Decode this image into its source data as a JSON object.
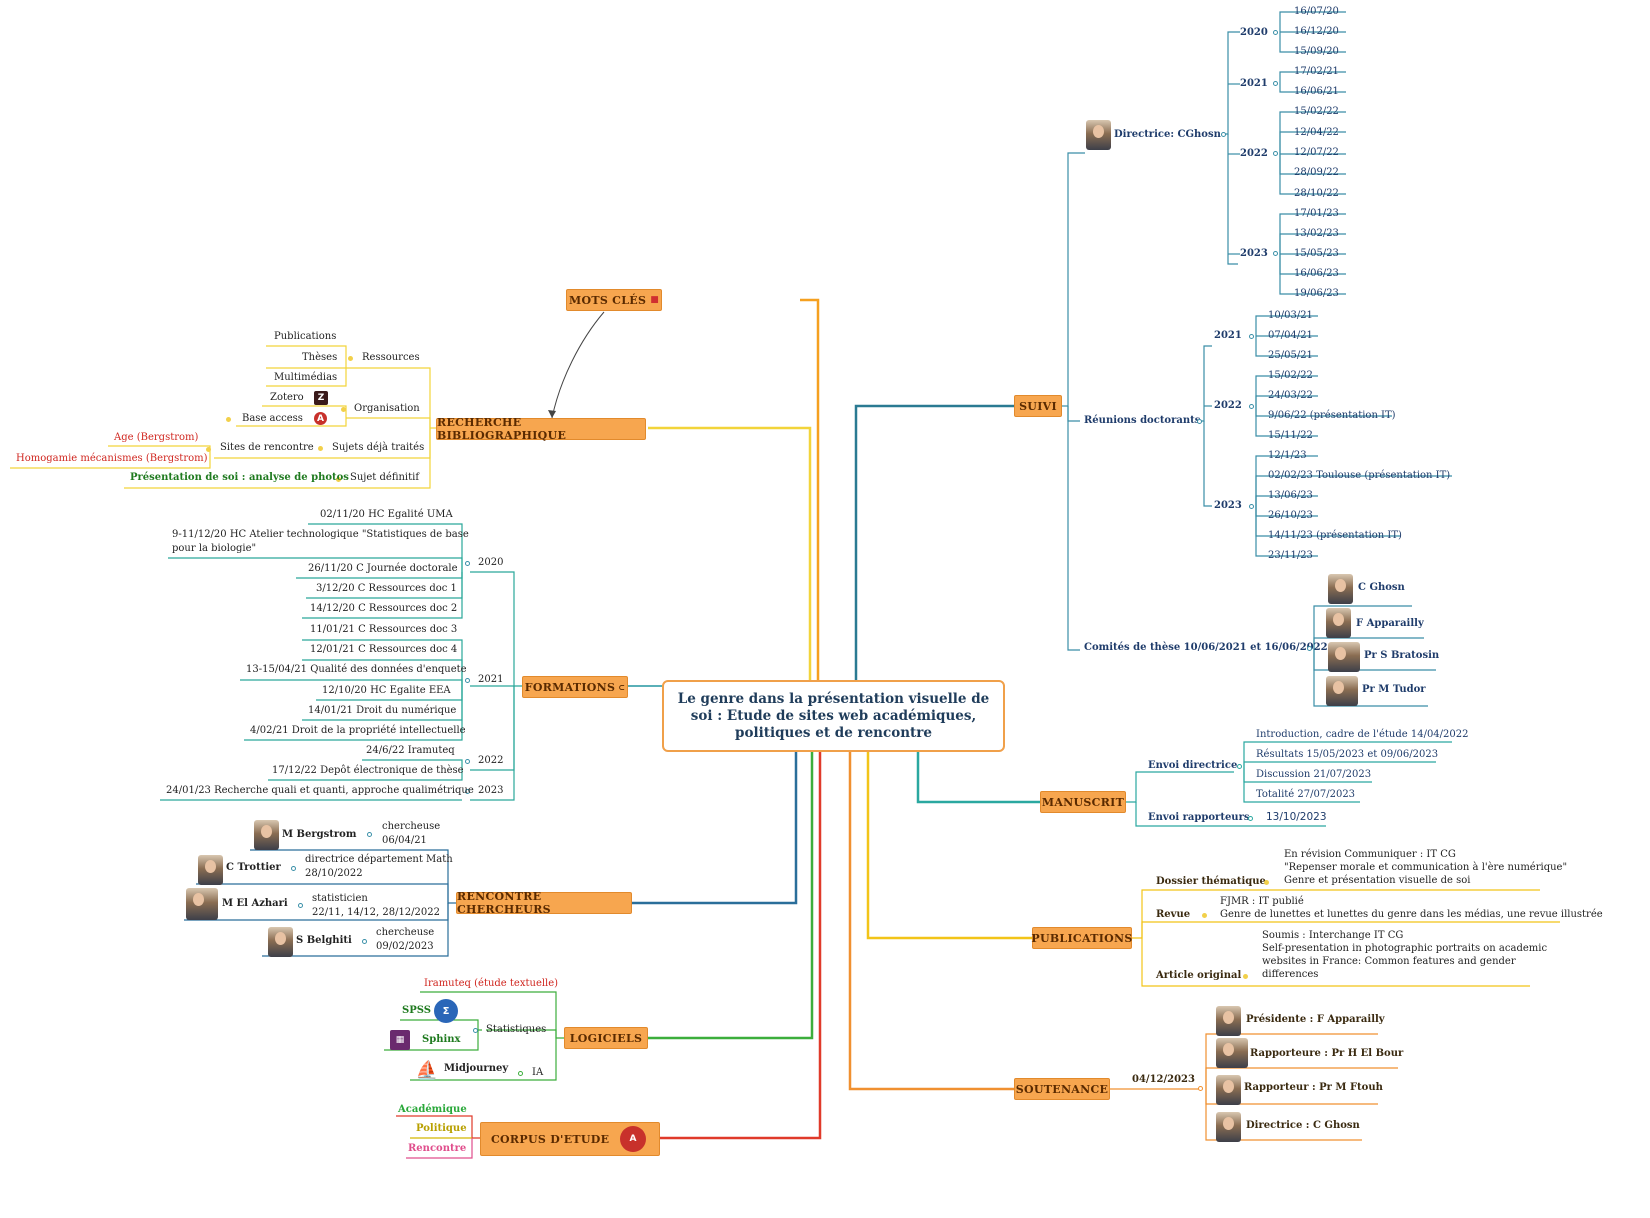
{
  "central": {
    "title": "Le genre dans la présentation visuelle de soi : Etude de sites web académiques, politiques et de rencontre"
  },
  "topics": {
    "mots_cles": "MOTS CLÉS",
    "recherche": "RECHERCHE BIBLIOGRAPHIQUE",
    "formations": "FORMATIONS",
    "rencontre": "RENCONTRE CHERCHEURS",
    "logiciels": "LOGICIELS",
    "corpus": "CORPUS D'ETUDE",
    "suivi": "SUIVI",
    "manuscrit": "MANUSCRIT",
    "publications": "PUBLICATIONS",
    "soutenance": "SOUTENANCE"
  },
  "recherche": {
    "ressources": "Ressources",
    "publications": "Publications",
    "theses": "Thèses",
    "multimedias": "Multimédias",
    "organisation": "Organisation",
    "zotero": "Zotero",
    "base_access": "Base access",
    "sujets_traites": "Sujets déjà traités",
    "sites_rencontre": "Sites de rencontre",
    "age": "Age (Bergstrom)",
    "homogamie": "Homogamie mécanismes (Bergstrom)",
    "sujet_definitif": "Sujet définitif",
    "presentation": "Présentation de soi : analyse de photos"
  },
  "formations": {
    "y2020": "2020",
    "y2021": "2021",
    "y2022": "2022",
    "y2023": "2023",
    "items2020": [
      "02/11/20 HC Egalité UMA",
      "9-11/12/20 HC Atelier technologique \"Statistiques de base",
      "pour la biologie\"",
      "26/11/20 C Journée doctorale",
      "3/12/20 C Ressources doc 1",
      "14/12/20 C Ressources doc 2"
    ],
    "items2021": [
      "11/01/21 C Ressources doc 3",
      "12/01/21 C Ressources doc 4",
      "13-15/04/21 Qualité des données d'enquete",
      "12/10/20 HC Egalite EEA",
      "14/01/21 Droit du numérique",
      "4/02/21 Droit de la propriété intellectuelle"
    ],
    "items2022": [
      "24/6/22 Iramuteq",
      "17/12/22 Depôt électronique de thèse"
    ],
    "items2023": [
      "24/01/23 Recherche quali et quanti, approche qualimétrique"
    ]
  },
  "rencontre": [
    {
      "name": "M Bergstrom",
      "role": "chercheuse",
      "date": "06/04/21"
    },
    {
      "name": "C Trottier",
      "role": "directrice département Math",
      "date": "28/10/2022"
    },
    {
      "name": "M El Azhari",
      "role": "statisticien",
      "date": "22/11, 14/12, 28/12/2022"
    },
    {
      "name": "S Belghiti",
      "role": "chercheuse",
      "date": "09/02/2023"
    }
  ],
  "logiciels": {
    "iramuteq": "Iramuteq (étude textuelle)",
    "statistiques": "Statistiques",
    "spss": "SPSS",
    "sphinx": "Sphinx",
    "midjourney": "Midjourney",
    "ia": "IA"
  },
  "corpus": {
    "academique": "Académique",
    "politique": "Politique",
    "rencontre": "Rencontre"
  },
  "suivi": {
    "directrice": "Directrice: CGhosn",
    "y2020": "2020",
    "y2021": "2021",
    "y2022": "2022",
    "y2023": "2023",
    "dates2020": [
      "16/07/20",
      "16/12/20",
      "15/09/20"
    ],
    "dates2021": [
      "17/02/21",
      "16/06/21"
    ],
    "dates2022": [
      "15/02/22",
      "12/04/22",
      "12/07/22",
      "28/09/22",
      "28/10/22"
    ],
    "dates2023": [
      "17/01/23",
      "13/02/23",
      "15/05/23",
      "16/06/23",
      "19/06/23"
    ],
    "reunions": "Réunions doctorants",
    "r2021": "2021",
    "r2022": "2022",
    "r2023": "2023",
    "rdates2021": [
      "10/03/21",
      "07/04/21",
      "25/05/21"
    ],
    "rdates2022": [
      "15/02/22",
      "24/03/22",
      "9/06/22 (présentation IT)",
      "15/11/22"
    ],
    "rdates2023": [
      "12/1/23",
      "02/02/23 Toulouse  (présentation IT)",
      "13/06/23",
      "26/10/23",
      "14/11/23 (présentation IT)",
      "23/11/23"
    ],
    "comites": "Comités de thèse 10/06/2021 et 16/06/2022",
    "membres": [
      "C Ghosn",
      "F Apparailly",
      "Pr S Bratosin",
      "Pr M Tudor"
    ]
  },
  "manuscrit": {
    "envoi_directrice": "Envoi directrice",
    "items": [
      "Introduction, cadre de l'étude 14/04/2022",
      "Résultats 15/05/2023 et 09/06/2023",
      "Discussion 21/07/2023",
      "Totalité 27/07/2023"
    ],
    "envoi_rapporteurs": "Envoi rapporteurs",
    "rapporteurs_date": "13/10/2023"
  },
  "publications": {
    "dossier": "Dossier thématique",
    "dossier_text": [
      "En révision Communiquer : IT CG",
      "\"Repenser morale et communication à l'ère numérique\"",
      "Genre et présentation visuelle de soi"
    ],
    "revue": "Revue",
    "revue_text": [
      "FJMR : IT publié",
      "Genre de lunettes et lunettes du genre dans les médias, une revue illustrée"
    ],
    "article": "Article original",
    "article_text": [
      "Soumis :  Interchange IT CG",
      "Self-presentation in photographic portraits on academic",
      "websites in France: Common features and gender",
      "differences"
    ]
  },
  "soutenance": {
    "date": "04/12/2023",
    "jury": [
      "Présidente : F Apparailly",
      "Rapporteure : Pr H El Bour",
      "Rapporteur : Pr M Ftouh",
      "Directrice : C Ghosn"
    ]
  },
  "colors": {
    "suivi_line": "#3a8ea6",
    "manuscrit_line": "#2aa8a0",
    "pub_line": "#f2c418",
    "sout_line": "#f09030",
    "formations_line": "#2aa89a",
    "recherche_line": "#f2d43a",
    "logiciel_line": "#3cae3c",
    "corpus_line": "#e03a2a"
  }
}
